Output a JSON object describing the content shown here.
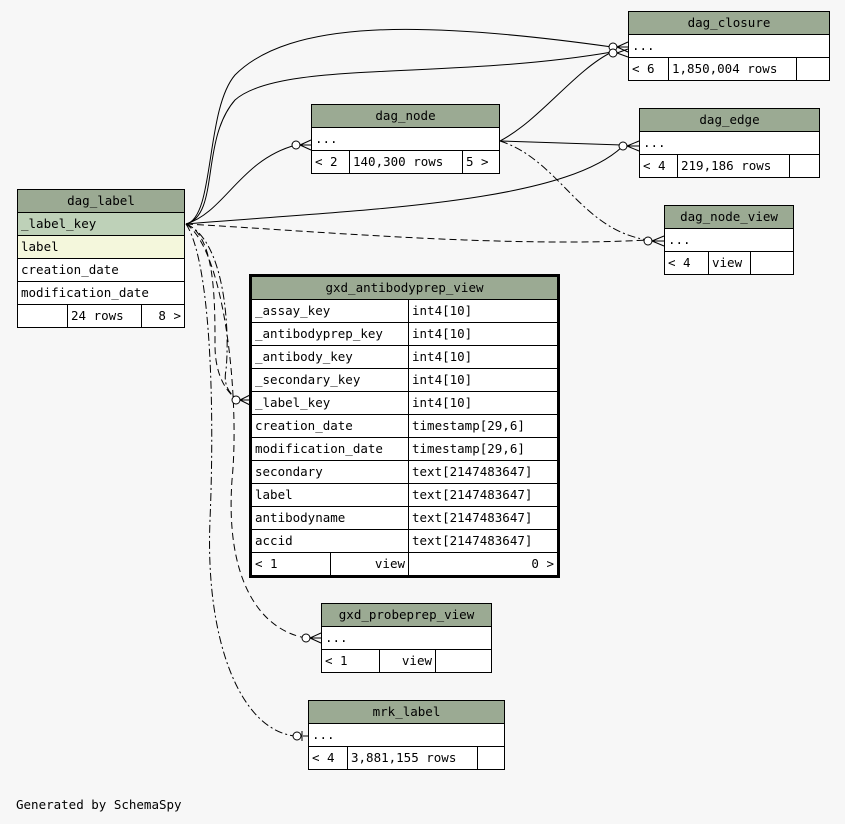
{
  "footer": "Generated by SchemaSpy",
  "tables": {
    "dag_closure": {
      "name": "dag_closure",
      "placeholder": "...",
      "footer": [
        "< 6",
        "1,850,004 rows",
        ""
      ]
    },
    "dag_node": {
      "name": "dag_node",
      "placeholder": "...",
      "footer": [
        "< 2",
        "140,300 rows",
        "5 >"
      ]
    },
    "dag_edge": {
      "name": "dag_edge",
      "placeholder": "...",
      "footer": [
        "< 4",
        "219,186 rows",
        ""
      ]
    },
    "dag_node_view": {
      "name": "dag_node_view",
      "placeholder": "...",
      "footer": [
        "< 4",
        "view",
        ""
      ]
    },
    "dag_label": {
      "name": "dag_label",
      "columns": [
        "_label_key",
        "label",
        "creation_date",
        "modification_date"
      ],
      "footer": [
        "",
        "24 rows",
        "8 >"
      ]
    },
    "gxd_antibodyprep_view": {
      "name": "gxd_antibodyprep_view",
      "columns": [
        {
          "name": "_assay_key",
          "type": "int4[10]"
        },
        {
          "name": "_antibodyprep_key",
          "type": "int4[10]"
        },
        {
          "name": "_antibody_key",
          "type": "int4[10]"
        },
        {
          "name": "_secondary_key",
          "type": "int4[10]"
        },
        {
          "name": "_label_key",
          "type": "int4[10]"
        },
        {
          "name": "creation_date",
          "type": "timestamp[29,6]"
        },
        {
          "name": "modification_date",
          "type": "timestamp[29,6]"
        },
        {
          "name": "secondary",
          "type": "text[2147483647]"
        },
        {
          "name": "label",
          "type": "text[2147483647]"
        },
        {
          "name": "antibodyname",
          "type": "text[2147483647]"
        },
        {
          "name": "accid",
          "type": "text[2147483647]"
        }
      ],
      "footer": [
        "< 1",
        "view",
        "0 >"
      ]
    },
    "gxd_probeprep_view": {
      "name": "gxd_probeprep_view",
      "placeholder": "...",
      "footer": [
        "< 1",
        "view",
        ""
      ]
    },
    "mrk_label": {
      "name": "mrk_label",
      "placeholder": "...",
      "footer": [
        "< 4",
        "3,881,155 rows",
        ""
      ]
    }
  }
}
